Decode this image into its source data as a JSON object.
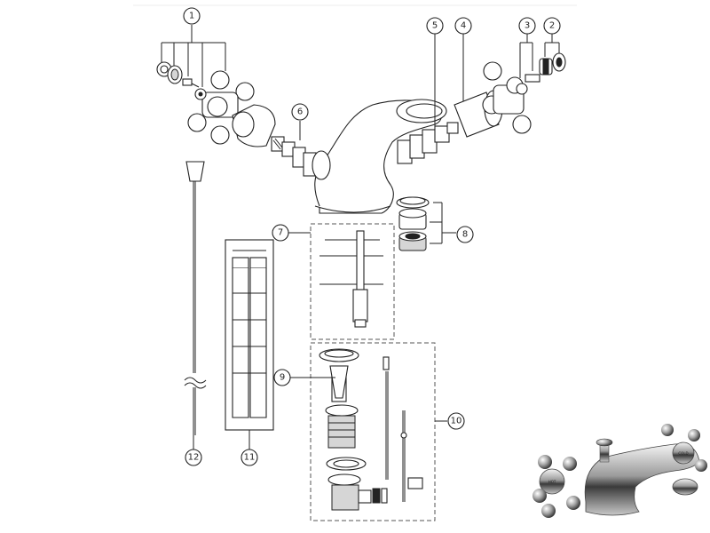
{
  "diagram": {
    "callouts": [
      "1",
      "2",
      "3",
      "4",
      "5",
      "6",
      "7",
      "8",
      "9",
      "10",
      "11",
      "12"
    ]
  },
  "product_photo": {
    "plate_text": [
      "HOT",
      "COLD"
    ]
  },
  "colors": {
    "line": "#222222",
    "chrome_dark": "#3a3a3a",
    "chrome_light": "#f2f2f2"
  }
}
